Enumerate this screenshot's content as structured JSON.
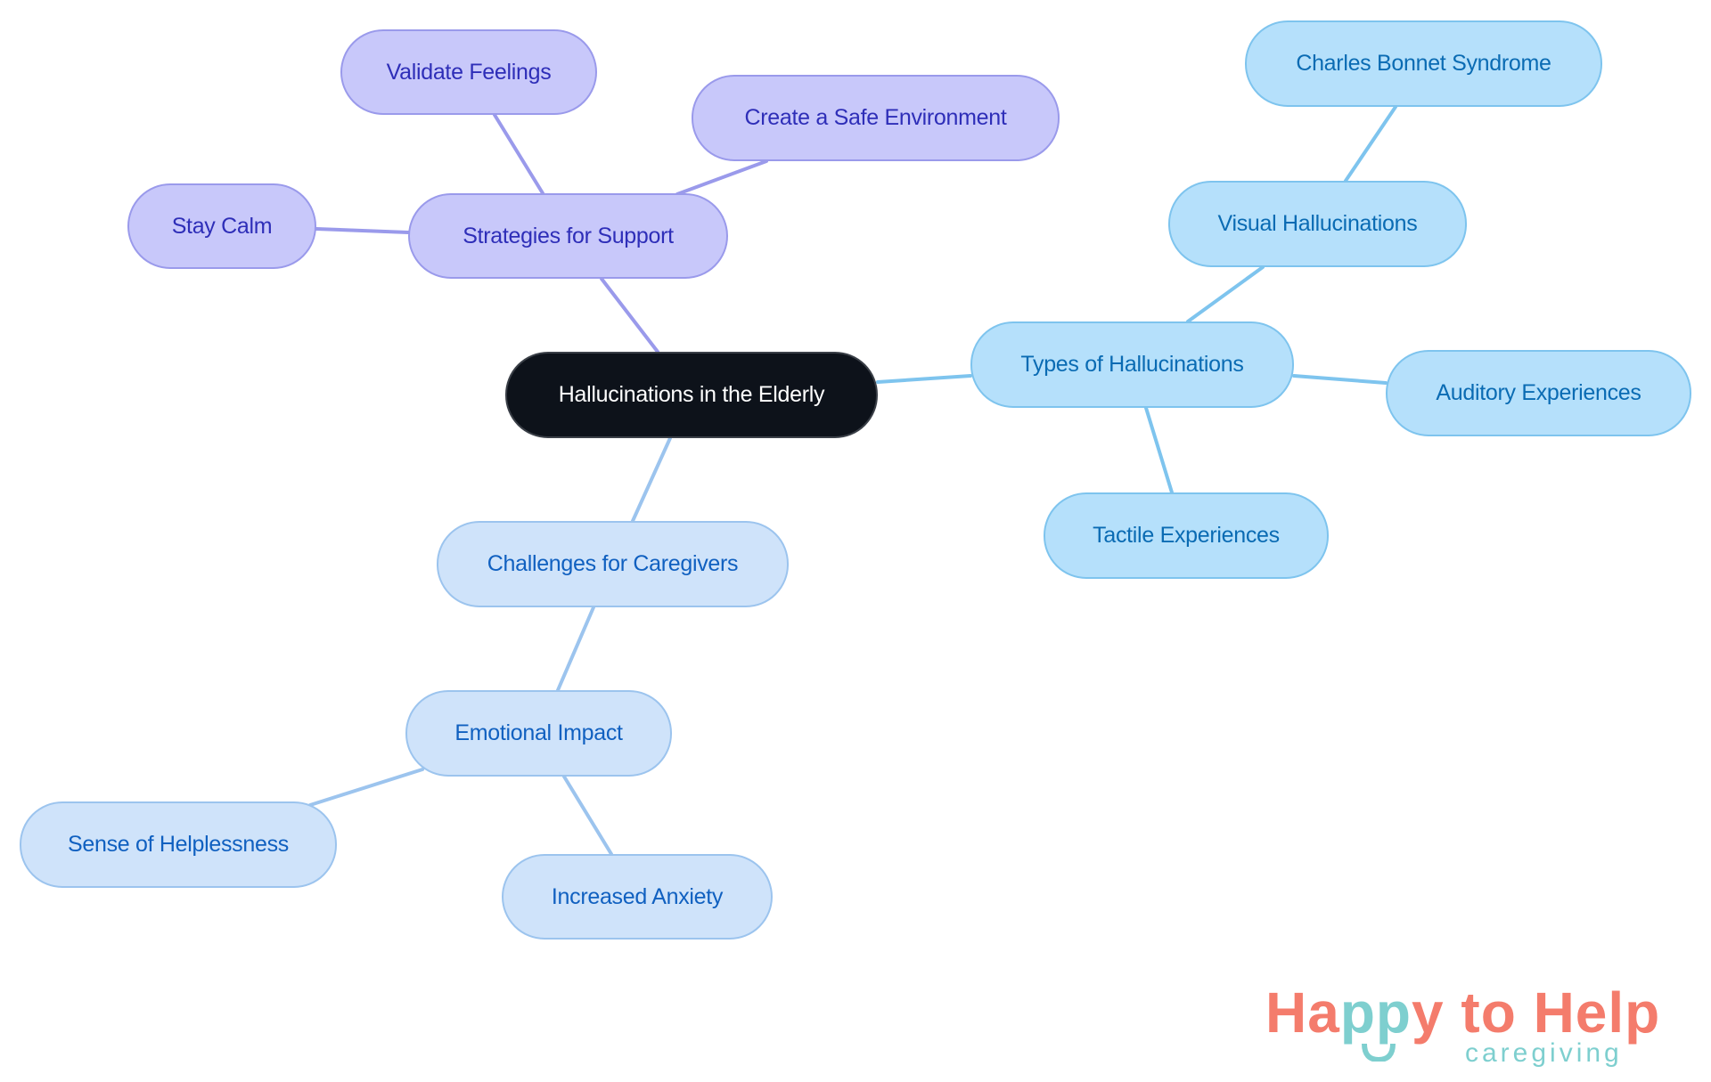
{
  "mindmap": {
    "root": {
      "label": "Hallucinations in the Elderly"
    },
    "branches": {
      "strategies": {
        "label": "Strategies for Support",
        "children": [
          {
            "label": "Validate Feelings"
          },
          {
            "label": "Create a Safe Environment"
          },
          {
            "label": "Stay Calm"
          }
        ]
      },
      "types": {
        "label": "Types of Hallucinations",
        "children": [
          {
            "label": "Visual Hallucinations",
            "children": [
              {
                "label": "Charles Bonnet Syndrome"
              }
            ]
          },
          {
            "label": "Auditory Experiences"
          },
          {
            "label": "Tactile Experiences"
          }
        ]
      },
      "challenges": {
        "label": "Challenges for Caregivers",
        "children": [
          {
            "label": "Emotional Impact",
            "children": [
              {
                "label": "Sense of Helplessness"
              },
              {
                "label": "Increased Anxiety"
              }
            ]
          }
        ]
      }
    },
    "colors": {
      "root_fill": "#0d121a",
      "strategies_fill": "#c8c8fa",
      "strategies_edge": "#9a9aeb",
      "types_fill": "#b5e0fb",
      "types_edge": "#7ec4ee",
      "challenges_fill": "#cfe3fa",
      "challenges_edge": "#9cc4ee"
    }
  },
  "logo": {
    "part1": "Ha",
    "part2": "pp",
    "part3": "y to Help",
    "tagline": "caregiving",
    "coral": "#f47c6c",
    "teal": "#7ecfcf"
  }
}
